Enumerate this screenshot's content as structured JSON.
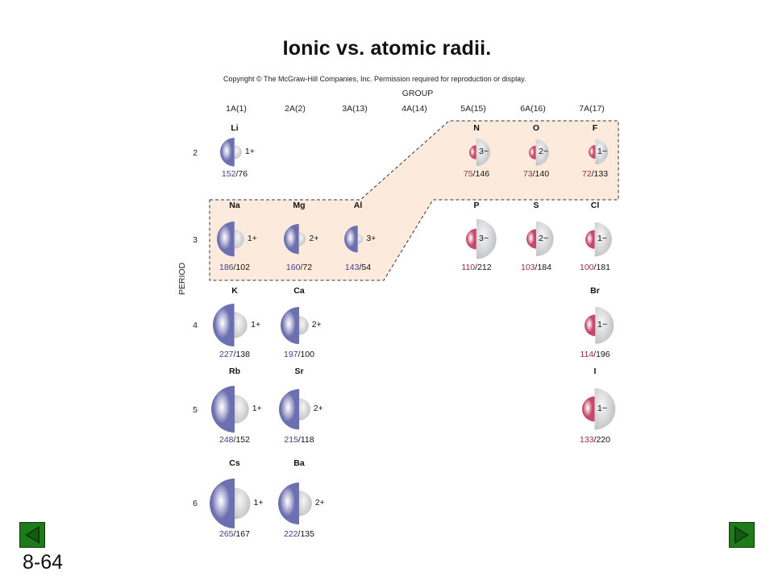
{
  "title": "Ionic vs. atomic radii.",
  "copyright": "Copyright © The McGraw-Hill Companies, Inc. Permission required for reproduction or display.",
  "group_title": "GROUP",
  "groups": [
    "1A(1)",
    "2A(2)",
    "3A(13)",
    "4A(14)",
    "5A(15)",
    "6A(16)",
    "7A(17)"
  ],
  "period_title": "PERIOD",
  "periods": [
    "2",
    "3",
    "4",
    "5",
    "6"
  ],
  "slash": "/",
  "elements": [
    {
      "symbol": "Li",
      "charge": "1+",
      "atomic": "152",
      "ionic": "76",
      "kind": "metal"
    },
    {
      "symbol": "N",
      "charge": "3−",
      "atomic": "75",
      "ionic": "146",
      "kind": "nonmetal"
    },
    {
      "symbol": "O",
      "charge": "2−",
      "atomic": "73",
      "ionic": "140",
      "kind": "nonmetal"
    },
    {
      "symbol": "F",
      "charge": "1−",
      "atomic": "72",
      "ionic": "133",
      "kind": "nonmetal"
    },
    {
      "symbol": "Na",
      "charge": "1+",
      "atomic": "186",
      "ionic": "102",
      "kind": "metal"
    },
    {
      "symbol": "Mg",
      "charge": "2+",
      "atomic": "160",
      "ionic": "72",
      "kind": "metal"
    },
    {
      "symbol": "Al",
      "charge": "3+",
      "atomic": "143",
      "ionic": "54",
      "kind": "metal"
    },
    {
      "symbol": "P",
      "charge": "3−",
      "atomic": "110",
      "ionic": "212",
      "kind": "nonmetal"
    },
    {
      "symbol": "S",
      "charge": "2−",
      "atomic": "103",
      "ionic": "184",
      "kind": "nonmetal"
    },
    {
      "symbol": "Cl",
      "charge": "1−",
      "atomic": "100",
      "ionic": "181",
      "kind": "nonmetal"
    },
    {
      "symbol": "K",
      "charge": "1+",
      "atomic": "227",
      "ionic": "138",
      "kind": "metal"
    },
    {
      "symbol": "Ca",
      "charge": "2+",
      "atomic": "197",
      "ionic": "100",
      "kind": "metal"
    },
    {
      "symbol": "Br",
      "charge": "1−",
      "atomic": "114",
      "ionic": "196",
      "kind": "nonmetal"
    },
    {
      "symbol": "Rb",
      "charge": "1+",
      "atomic": "248",
      "ionic": "152",
      "kind": "metal"
    },
    {
      "symbol": "Sr",
      "charge": "2+",
      "atomic": "215",
      "ionic": "118",
      "kind": "metal"
    },
    {
      "symbol": "I",
      "charge": "1−",
      "atomic": "133",
      "ionic": "220",
      "kind": "nonmetal"
    },
    {
      "symbol": "Cs",
      "charge": "1+",
      "atomic": "265",
      "ionic": "167",
      "kind": "metal"
    },
    {
      "symbol": "Ba",
      "charge": "2+",
      "atomic": "222",
      "ionic": "135",
      "kind": "metal"
    }
  ],
  "colors": {
    "metal_atom": "#6d70b0",
    "nonmetal_atom": "#c8486a",
    "ion": "#b9babd",
    "highlight_fill": "#fcebdc",
    "nav_button": "#1f7a1a"
  },
  "nav": {
    "prev_icon": "triangle-left-icon",
    "next_icon": "triangle-right-icon"
  },
  "slide_number": "8-64"
}
